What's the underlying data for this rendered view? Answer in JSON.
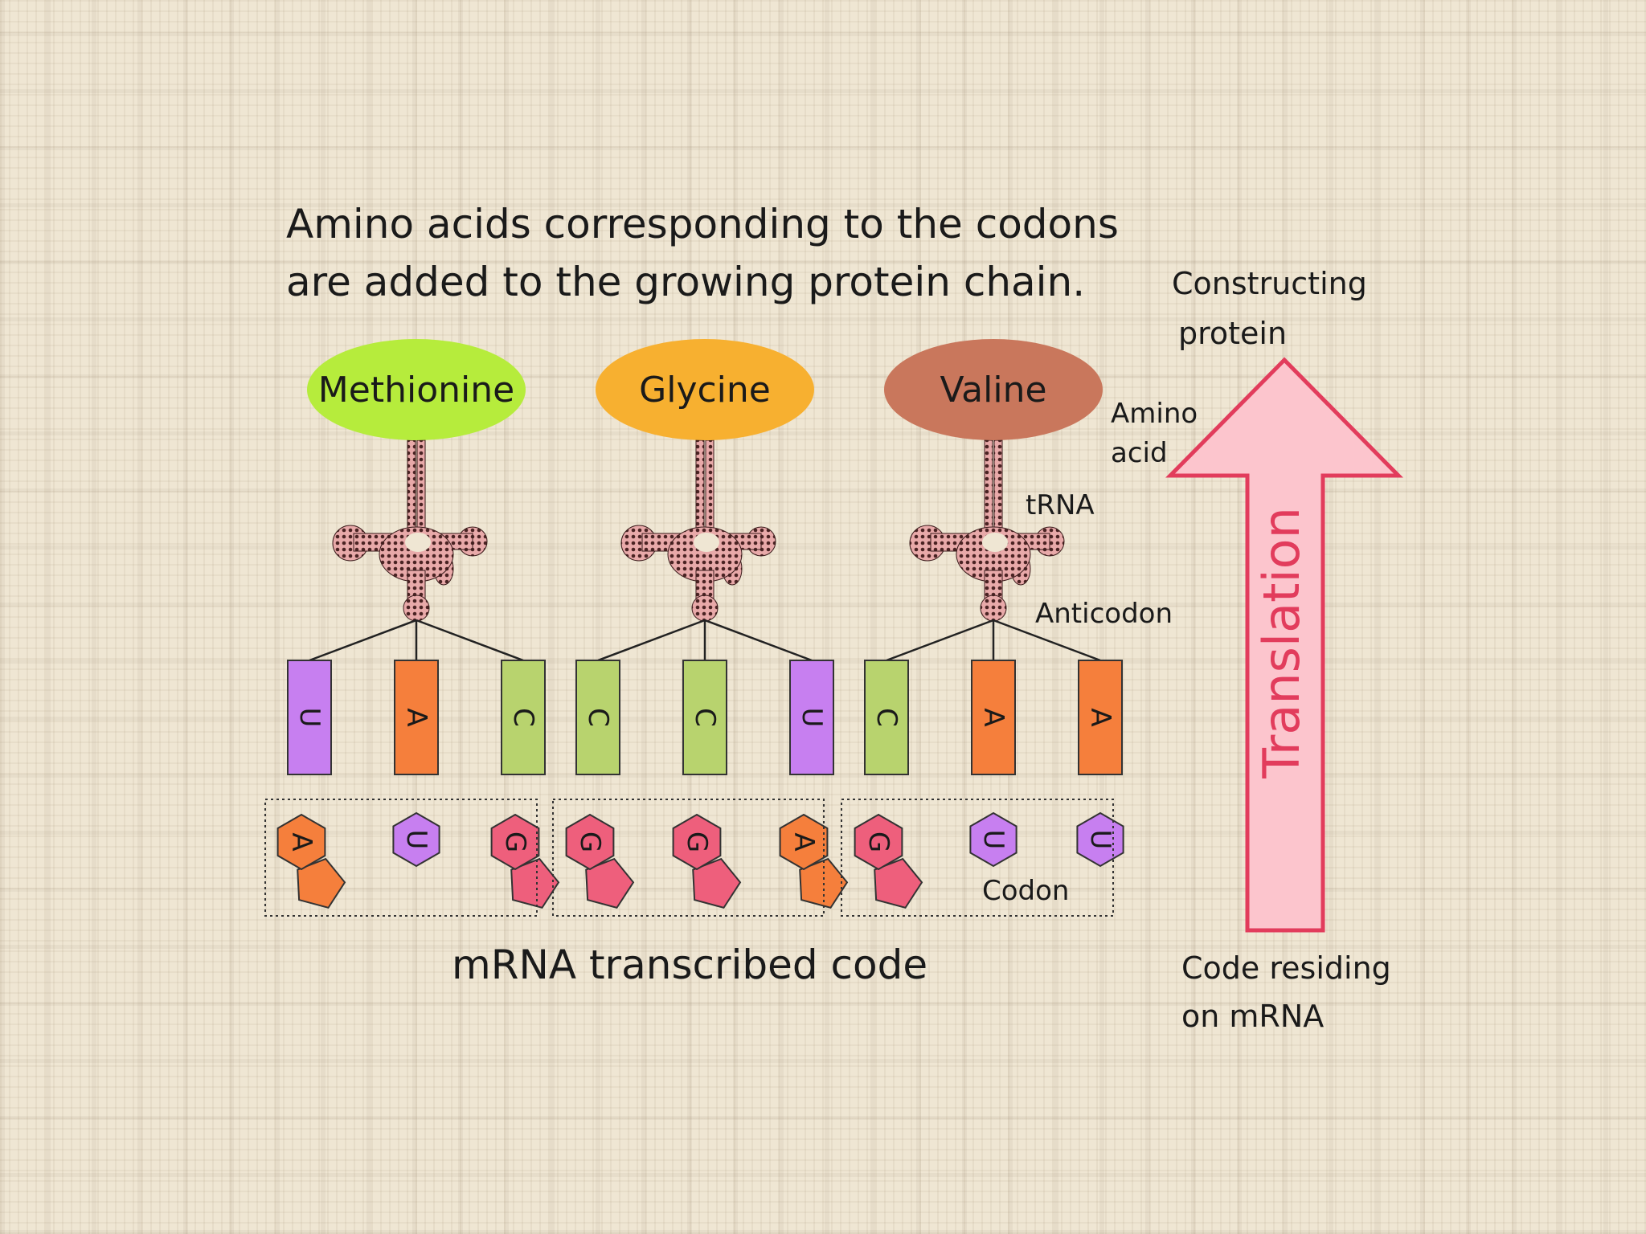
{
  "title": {
    "line1": "Amino acids corresponding to the codons",
    "line2": "are added to the growing protein chain."
  },
  "amino_acids": [
    {
      "name": "Methionine",
      "color": "#b6ec3c"
    },
    {
      "name": "Glycine",
      "color": "#f7b030"
    },
    {
      "name": "Valine",
      "color": "#c9775c"
    }
  ],
  "anticodons": [
    [
      "U",
      "A",
      "C"
    ],
    [
      "C",
      "C",
      "U"
    ],
    [
      "C",
      "A",
      "A"
    ]
  ],
  "codons": [
    [
      "A",
      "U",
      "G"
    ],
    [
      "G",
      "G",
      "A"
    ],
    [
      "G",
      "U",
      "U"
    ]
  ],
  "base_colors": {
    "U": "#c77ff0",
    "A": "#f57f3c",
    "C": "#b8d36e",
    "G": "#ee5f7c"
  },
  "labels": {
    "amino_acid_1": "Amino",
    "amino_acid_2": "acid",
    "trna": "tRNA",
    "anticodon": "Anticodon",
    "codon": "Codon",
    "mrna": "mRNA transcribed code",
    "constructing_1": "Constructing",
    "constructing_2": "protein",
    "translation": "Translation",
    "code_1": "Code residing",
    "code_2": "on mRNA"
  },
  "arrow_colors": {
    "fill": "#fcc5cd",
    "stroke": "#e23c5c",
    "text": "#e23c5c"
  }
}
